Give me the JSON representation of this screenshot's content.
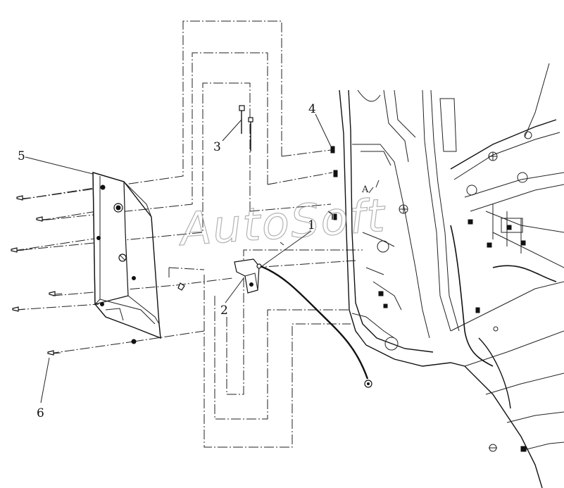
{
  "callouts": [
    {
      "id": "1",
      "label": "1"
    },
    {
      "id": "2",
      "label": "2"
    },
    {
      "id": "3",
      "label": "3"
    },
    {
      "id": "4",
      "label": "4"
    },
    {
      "id": "5",
      "label": "5"
    },
    {
      "id": "6",
      "label": "6"
    }
  ],
  "view_label": "A",
  "watermark": "AutoSoft",
  "colors": {
    "line": "#111111",
    "background": "#ffffff",
    "watermark": "#9a9a9a"
  }
}
